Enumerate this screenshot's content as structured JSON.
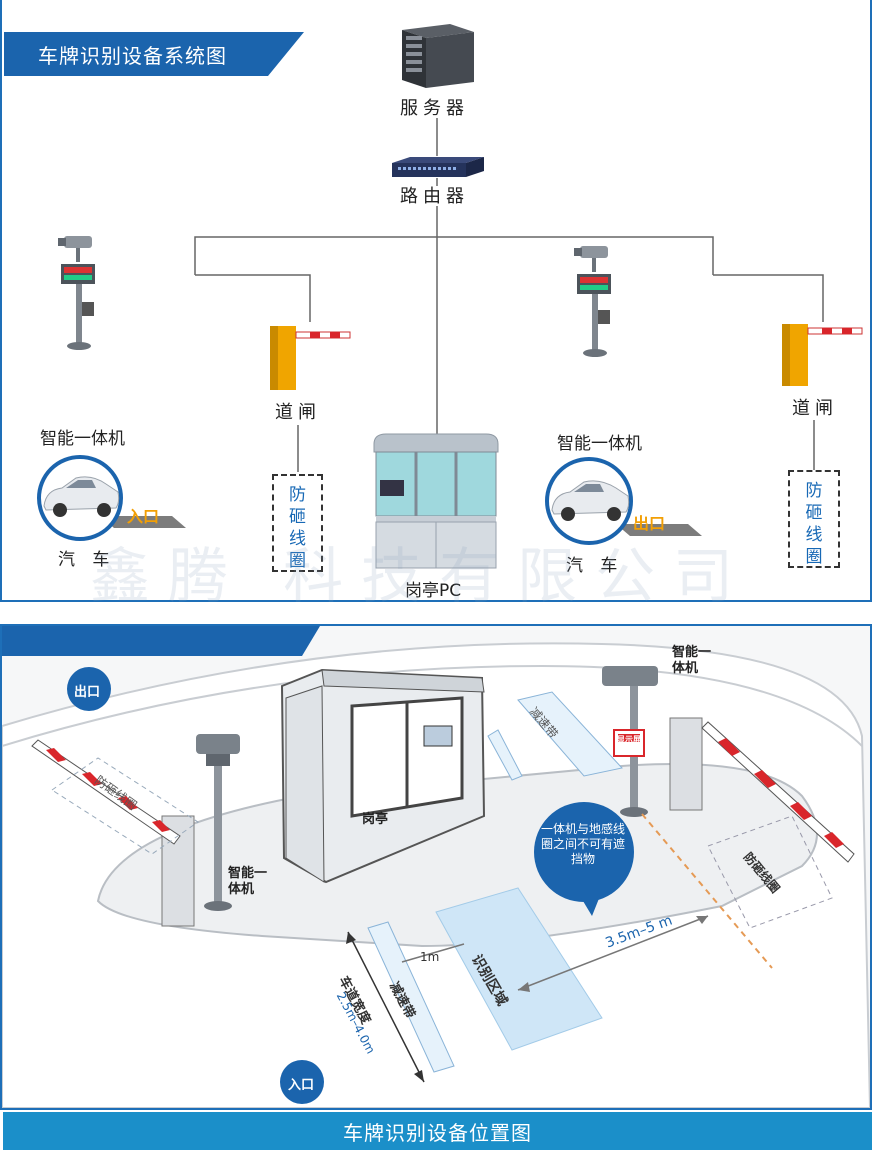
{
  "top": {
    "title": "车牌识别设备系统图",
    "server_label": "服务器",
    "router_label": "路由器",
    "left_camera_label": "智能一体机",
    "right_camera_label": "智能一体机",
    "left_gate_label": "道闸",
    "right_gate_label": "道闸",
    "left_coil_label": "防砸线圈",
    "right_coil_label": "防砸线圈",
    "entry_label": "入口",
    "exit_label": "出口",
    "car_label_left": "汽 车",
    "car_label_right": "汽 车",
    "booth_label": "岗亭PC",
    "watermark": "鑫腾 科技有限公司"
  },
  "bottom": {
    "title": "车牌识别设备位置图",
    "exit_label": "出口",
    "entry_label": "入口",
    "left_camera_label": "智能一体机",
    "right_camera_label": "智能一体机",
    "left_coil_label": "防砸线圈",
    "right_coil_label": "防砸线圈",
    "booth_label": "岗亭",
    "speed_bump_top": "减速带",
    "speed_bump_bottom": "减速带",
    "recognition_zone": "识别区域",
    "dist_1m": "1m",
    "dist_range": "3.5m–5 m",
    "lane_width": "车道宽度",
    "lane_width_range": "2.5m–4.0m",
    "note": "一体机与地感线圈之间不可有遮挡物",
    "display_sign": "显示屏"
  },
  "colors": {
    "brand_blue": "#1b64ad",
    "footer_blue": "#1b8fc9",
    "coil_text_blue": "#1768b5",
    "barrier_red": "#d9262b",
    "gate_yellow": "#f0a500",
    "zone_blue": "#cfe6f7",
    "arrow_gray": "#7c7c7c",
    "entry_orange": "#f29f05"
  }
}
